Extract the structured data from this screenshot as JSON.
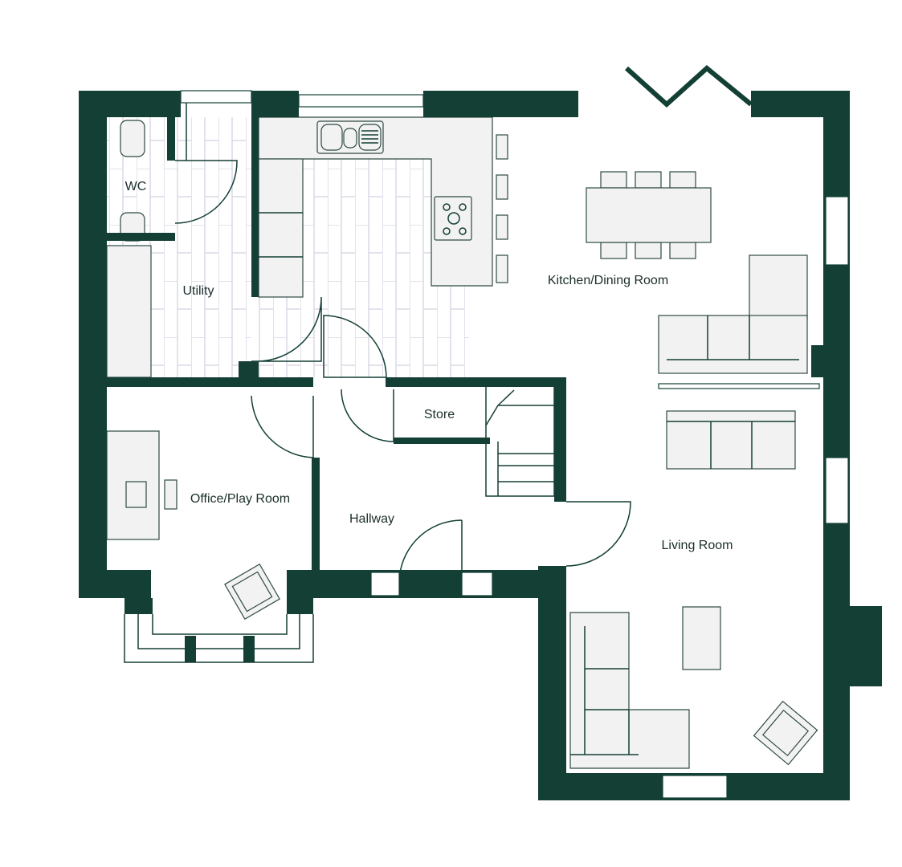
{
  "plan": {
    "rooms": {
      "wc": "WC",
      "utility": "Utility",
      "kitchen_dining": "Kitchen/Dining Room",
      "store": "Store",
      "office_play": "Office/Play Room",
      "hallway": "Hallway",
      "living": "Living Room"
    },
    "colors": {
      "wall": "#133f35",
      "furniture": "#f2f2f2",
      "tile_grout": "#dcd8e6"
    }
  }
}
